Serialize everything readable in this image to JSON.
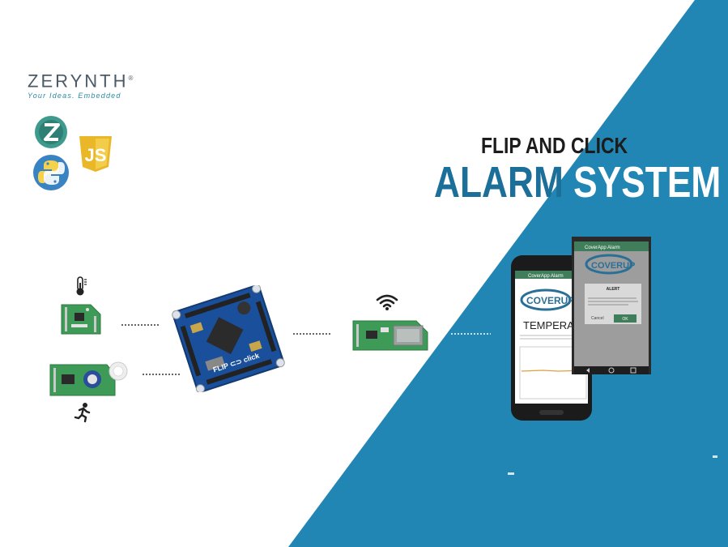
{
  "brand": {
    "name": "ZERYNTH",
    "registered": "®",
    "tagline": "Your Ideas. Embedded"
  },
  "logos": {
    "zerynth": "zerynth-logo-icon",
    "javascript": {
      "icon": "javascript-shield-icon",
      "text": "JS"
    },
    "python": "python-logo-icon"
  },
  "title": {
    "line1": "FLIP AND CLICK",
    "line2_part1": "ALARM",
    "line2_part2": "SYSTEM"
  },
  "board": {
    "silk_label": "FLIP ⊂⊃ click"
  },
  "phone_back": {
    "app_title": "CoverApp Alarm",
    "brand": "COVERUP",
    "heading": "TEMPERATURE"
  },
  "phone_front": {
    "app_title": "CoverApp Alarm",
    "brand": "COVERUP",
    "dialog_title": "ALERT",
    "dialog_cancel": "Cancel",
    "dialog_ok": "OK"
  },
  "colors": {
    "accent": "#2286b4",
    "title_dark": "#1b6f99",
    "board_blue": "#1a4f9c",
    "click_green": "#3e9b57",
    "app_bar": "#3f7d5b"
  }
}
